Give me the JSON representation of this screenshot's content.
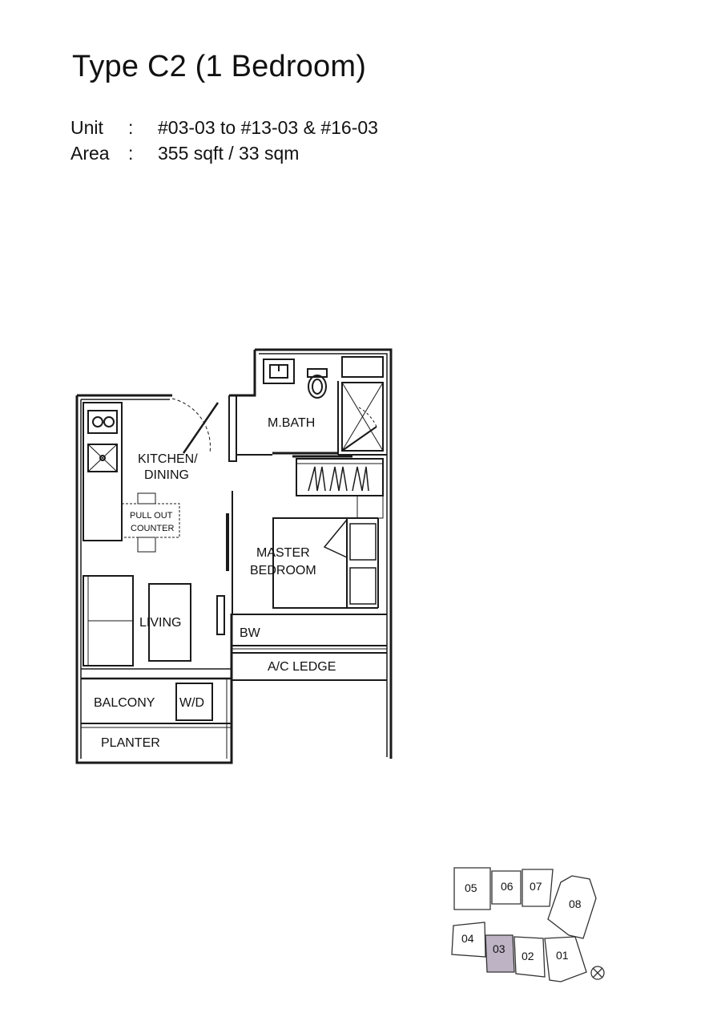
{
  "header": {
    "title": "Type C2 (1 Bedroom)",
    "unit_label": "Unit",
    "unit_separator": ":",
    "unit_value": "#03-03 to #13-03 & #16-03",
    "area_label": "Area",
    "area_separator": ":",
    "area_value": "355 sqft / 33 sqm"
  },
  "floor_plan": {
    "rooms": {
      "m_bath": "M.BATH",
      "kitchen_line1": "KITCHEN/",
      "kitchen_line2": "DINING",
      "pull_out_line1": "PULL OUT",
      "pull_out_line2": "COUNTER",
      "master_line1": "MASTER",
      "master_line2": "BEDROOM",
      "living": "LIVING",
      "bw": "BW",
      "ac_ledge": "A/C LEDGE",
      "balcony": "BALCONY",
      "wd": "W/D",
      "planter": "PLANTER"
    }
  },
  "key_plan": {
    "units": [
      "05",
      "06",
      "07",
      "08",
      "04",
      "03",
      "02",
      "01"
    ],
    "highlighted": "03",
    "highlight_color": "#bdb3c4"
  }
}
